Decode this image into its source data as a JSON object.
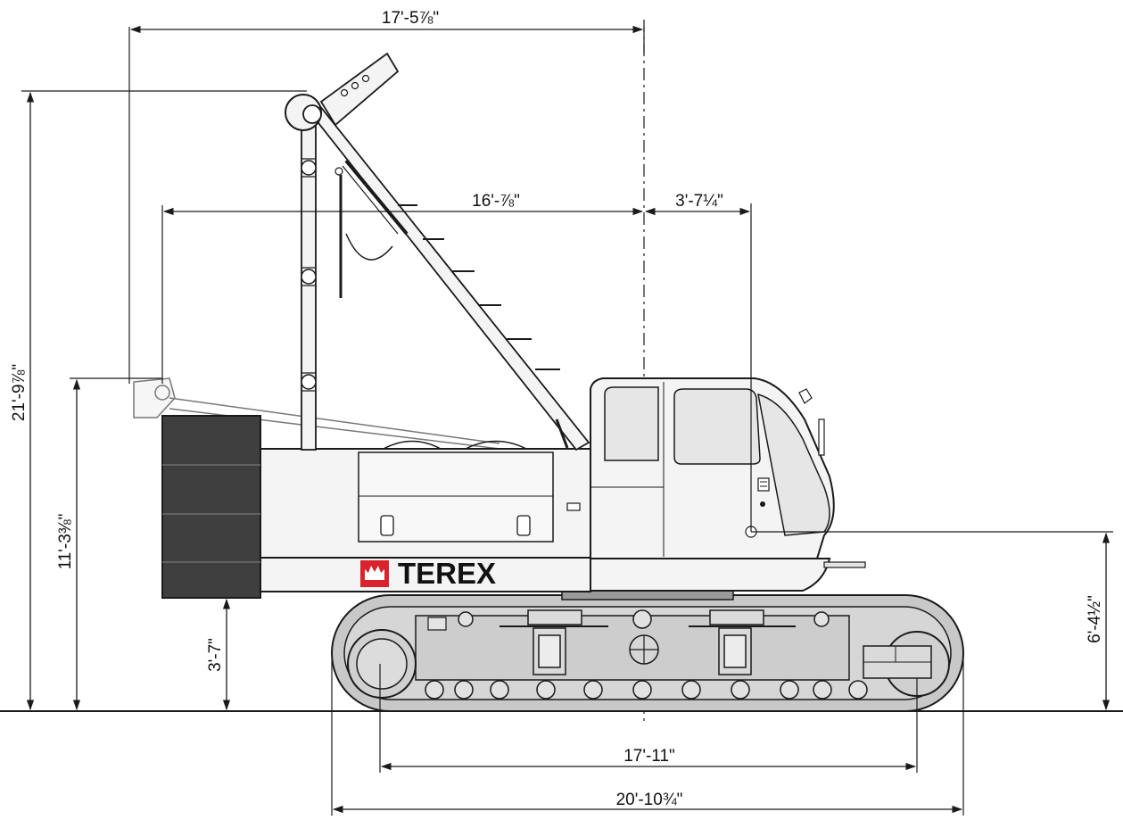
{
  "brand": {
    "name": "TEREX",
    "logo_color": "#d9232d"
  },
  "colors": {
    "line": "#1a1a1a",
    "counterweight": "#3f3f3f",
    "track_fill": "#c8c8c8",
    "body_fill": "#f2f2f2",
    "glass": "#e6e6e6"
  },
  "dimensions": {
    "top_width": "17'-5⅞\"",
    "boom_reach": "16'-⅞\"",
    "cab_offset": "3'-7¼\"",
    "overall_height": "21'-9⅞\"",
    "boom_rest_height": "11'-3⅜\"",
    "counterweight_clearance": "3'-7\"",
    "cab_floor_height": "6'-4½\"",
    "tumbler_centers": "17'-11\"",
    "track_length": "20'-10¾\""
  }
}
